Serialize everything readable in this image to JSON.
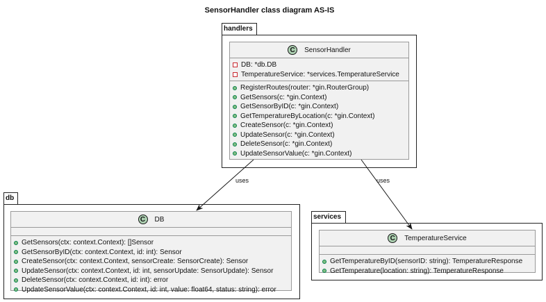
{
  "title": "SensorHandler class diagram AS-IS",
  "colors": {
    "class_bg": "#f1f1f1",
    "class_icon": "#add1b2",
    "private_marker": "#c82930",
    "public_marker": "#84be84"
  },
  "packages": {
    "handlers": {
      "label": "handlers"
    },
    "db": {
      "label": "db"
    },
    "services": {
      "label": "services"
    }
  },
  "classes": {
    "sensor_handler": {
      "icon_letter": "C",
      "name": "SensorHandler",
      "fields": [
        "DB: *db.DB",
        "TemperatureService: *services.TemperatureService"
      ],
      "methods": [
        "RegisterRoutes(router: *gin.RouterGroup)",
        "GetSensors(c: *gin.Context)",
        "GetSensorByID(c: *gin.Context)",
        "GetTemperatureByLocation(c: *gin.Context)",
        "CreateSensor(c: *gin.Context)",
        "UpdateSensor(c: *gin.Context)",
        "DeleteSensor(c: *gin.Context)",
        "UpdateSensorValue(c: *gin.Context)"
      ]
    },
    "db": {
      "icon_letter": "C",
      "name": "DB",
      "methods": [
        "GetSensors(ctx: context.Context): []Sensor",
        "GetSensorByID(ctx: context.Context, id: int): Sensor",
        "CreateSensor(ctx: context.Context, sensorCreate: SensorCreate): Sensor",
        "UpdateSensor(ctx: context.Context, id: int, sensorUpdate: SensorUpdate): Sensor",
        "DeleteSensor(ctx: context.Context, id: int): error",
        "UpdateSensorValue(ctx: context.Context, id: int, value: float64, status: string): error"
      ]
    },
    "temperature_service": {
      "icon_letter": "C",
      "name": "TemperatureService",
      "methods": [
        "GetTemperatureByID(sensorID: string): TemperatureResponse",
        "GetTemperature(location: string): TemperatureResponse"
      ]
    }
  },
  "edges": {
    "handler_to_db": {
      "label": "uses"
    },
    "handler_to_service": {
      "label": "uses"
    }
  }
}
